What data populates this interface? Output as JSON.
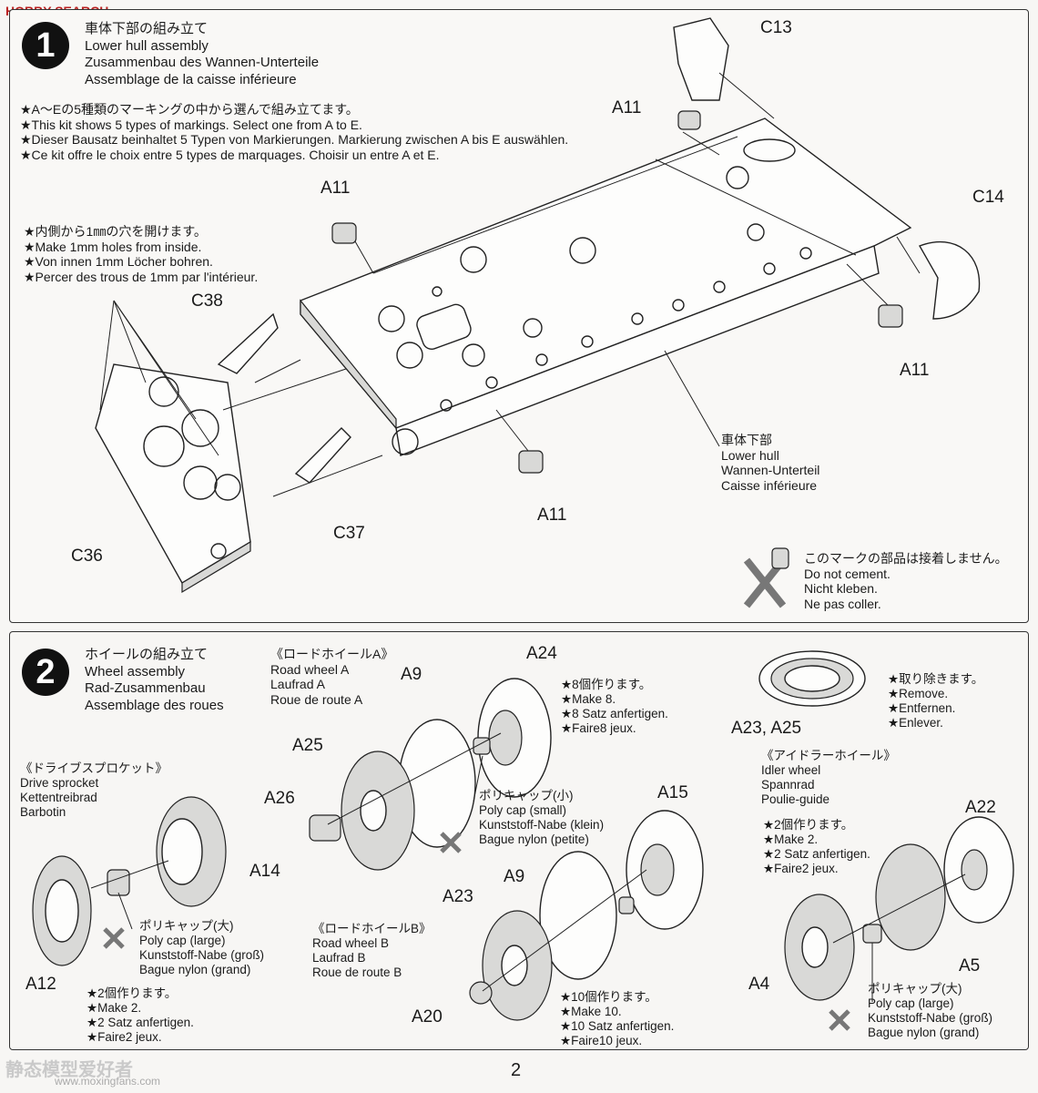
{
  "watermark_top": "HOBBY SEARCH",
  "watermark_bottom": "www.moxingfans.com",
  "watermark_bottom_cn": "静态模型爱好者",
  "step1": {
    "number": "1",
    "title_jp": "車体下部の組み立て",
    "title_en": "Lower hull assembly",
    "title_de": "Zusammenbau des Wannen-Unterteile",
    "title_fr": "Assemblage de la caisse inférieure",
    "marking_jp": "★A〜Eの5種類のマーキングの中から選んで組み立てます。",
    "marking_en": "★This kit shows 5 types of markings. Select one from A to E.",
    "marking_de": "★Dieser Bausatz beinhaltet 5 Typen von Markierungen. Markierung zwischen A bis E auswählen.",
    "marking_fr": "★Ce kit offre le choix entre 5 types de marquages. Choisir un entre A et E.",
    "holes_jp": "★内側から1㎜の穴を開けます。",
    "holes_en": "★Make 1mm holes from inside.",
    "holes_de": "★Von innen 1mm Löcher bohren.",
    "holes_fr": "★Percer des trous de 1mm par l'intérieur.",
    "hull_jp": "車体下部",
    "hull_en": "Lower hull",
    "hull_de": "Wannen-Unterteil",
    "hull_fr": "Caisse inférieure",
    "nocement_jp": "このマークの部品は接着しません。",
    "nocement_en": "Do not cement.",
    "nocement_de": "Nicht kleben.",
    "nocement_fr": "Ne pas coller.",
    "parts": {
      "c13": "C13",
      "a11_a": "A11",
      "a11_b": "A11",
      "c14": "C14",
      "c38": "C38",
      "a11_c": "A11",
      "a11_d": "A11",
      "c36": "C36",
      "c37": "C37"
    }
  },
  "step2": {
    "number": "2",
    "title_jp": "ホイールの組み立て",
    "title_en": "Wheel assembly",
    "title_de": "Rad-Zusammenbau",
    "title_fr": "Assemblage des roues",
    "rwa_jp": "《ロードホイールA》",
    "rwa_en": "Road wheel A",
    "rwa_de": "Laufrad A",
    "rwa_fr": "Roue de route A",
    "make8_jp": "★8個作ります。",
    "make8_en": "★Make 8.",
    "make8_de": "★8 Satz anfertigen.",
    "make8_fr": "★Faire8 jeux.",
    "remove_jp": "★取り除きます。",
    "remove_en": "★Remove.",
    "remove_de": "★Entfernen.",
    "remove_fr": "★Enlever.",
    "idler_jp": "《アイドラーホイール》",
    "idler_en": "Idler wheel",
    "idler_de": "Spannrad",
    "idler_fr": "Poulie-guide",
    "make2b_jp": "★2個作ります。",
    "make2b_en": "★Make 2.",
    "make2b_de": "★2 Satz anfertigen.",
    "make2b_fr": "★Faire2 jeux.",
    "drive_jp": "《ドライブスプロケット》",
    "drive_en": "Drive sprocket",
    "drive_de": "Kettentreibrad",
    "drive_fr": "Barbotin",
    "capsmall_jp": "ポリキャップ(小)",
    "capsmall_en": "Poly cap (small)",
    "capsmall_de": "Kunststoff-Nabe (klein)",
    "capsmall_fr": "Bague nylon (petite)",
    "caplarge1_jp": "ポリキャップ(大)",
    "caplarge1_en": "Poly cap (large)",
    "caplarge1_de": "Kunststoff-Nabe (groß)",
    "caplarge1_fr": "Bague nylon (grand)",
    "rwb_jp": "《ロードホイールB》",
    "rwb_en": "Road wheel B",
    "rwb_de": "Laufrad B",
    "rwb_fr": "Roue de route B",
    "make2a_jp": "★2個作ります。",
    "make2a_en": "★Make 2.",
    "make2a_de": "★2 Satz anfertigen.",
    "make2a_fr": "★Faire2 jeux.",
    "make10_jp": "★10個作ります。",
    "make10_en": "★Make 10.",
    "make10_de": "★10 Satz anfertigen.",
    "make10_fr": "★Faire10 jeux.",
    "caplarge2_jp": "ポリキャップ(大)",
    "caplarge2_en": "Poly cap (large)",
    "caplarge2_de": "Kunststoff-Nabe (groß)",
    "caplarge2_fr": "Bague nylon (grand)",
    "parts": {
      "a24": "A24",
      "a9a": "A9",
      "a25": "A25",
      "a26": "A26",
      "a23a25": "A23, A25",
      "a15": "A15",
      "a22": "A22",
      "a14": "A14",
      "a23": "A23",
      "a9b": "A9",
      "a12": "A12",
      "a20": "A20",
      "a4": "A4",
      "a5": "A5"
    }
  },
  "page_number": "2"
}
